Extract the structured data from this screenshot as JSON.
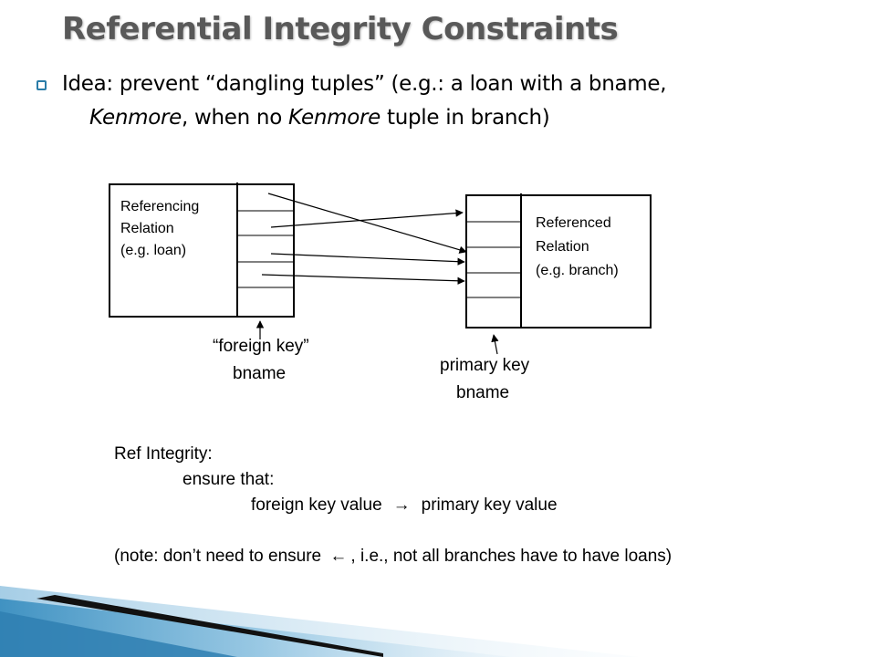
{
  "slide": {
    "title": "Referential Integrity Constraints",
    "idea": {
      "line1": "Idea: prevent “dangling tuples” (e.g.: a loan with a bname,",
      "line2_part1": "Kenmore",
      "line2_part2": ", when no ",
      "line2_part3": "Kenmore",
      "line2_part4": " tuple in branch)"
    }
  },
  "diagram": {
    "referencing": {
      "line1": "Referencing",
      "line2": "Relation",
      "line3": "(e.g. loan)"
    },
    "referenced": {
      "line1": "Referenced",
      "line2": "Relation",
      "line3": "(e.g. branch)"
    },
    "foreign_key": {
      "line1": "“foreign key”",
      "line2": "bname"
    },
    "primary_key": {
      "line1": "primary key",
      "line2": "bname"
    }
  },
  "ref_integrity": {
    "heading": "Ref Integrity:",
    "ensure": "ensure that:",
    "rule_left": "foreign key value",
    "rule_arrow": "→",
    "rule_right": "primary key value",
    "note_part1": "(note: don’t need to ensure ",
    "note_arrow": "←",
    "note_part2": ",  i.e., not all branches have to have loans)"
  },
  "colors": {
    "title": "#595959",
    "bullet": "#2a7ca8",
    "deco_blue": "#3b8fc0"
  }
}
